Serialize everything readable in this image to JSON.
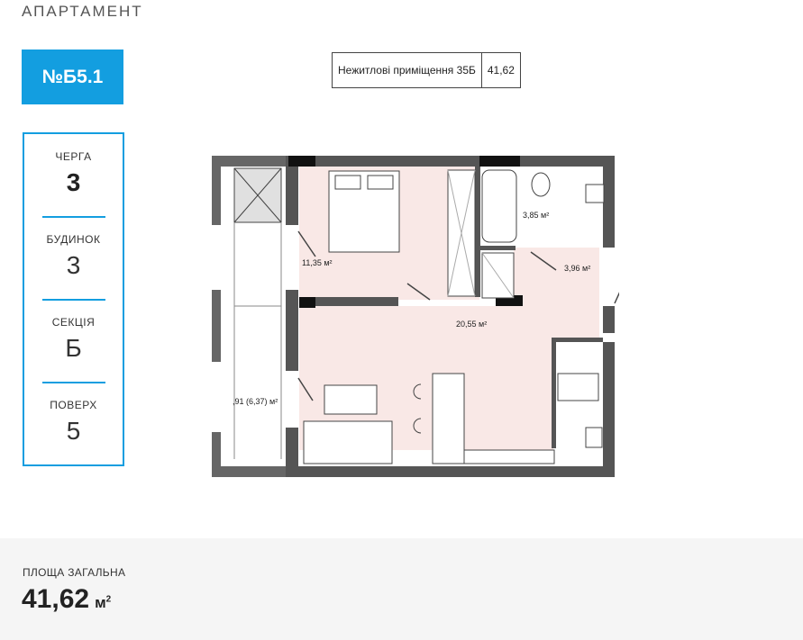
{
  "heading": "АПАРТАМЕНТ",
  "apartment_number": "№Б5.1",
  "info": [
    {
      "label": "ЧЕРГА",
      "value": "3"
    },
    {
      "label": "БУДИНОК",
      "value": "3"
    },
    {
      "label": "СЕКЦІЯ",
      "value": "Б"
    },
    {
      "label": "ПОВЕРХ",
      "value": "5"
    }
  ],
  "area_table": {
    "name": "Нежитлові приміщення 35Б",
    "value": "41,62"
  },
  "rooms": {
    "bedroom": "11,35 м²",
    "bath": "3,85 м²",
    "hall": "3,96 м²",
    "living": "20,55 м²",
    "balcony": ",91 (6,37) м²"
  },
  "total": {
    "label": "ПЛОЩА ЗАГАЛЬНА",
    "value": "41,62",
    "unit": "м",
    "unit_sup": "2"
  },
  "colors": {
    "accent": "#139ee0",
    "room_fill": "#f9e8e6",
    "wall": "#555555"
  }
}
